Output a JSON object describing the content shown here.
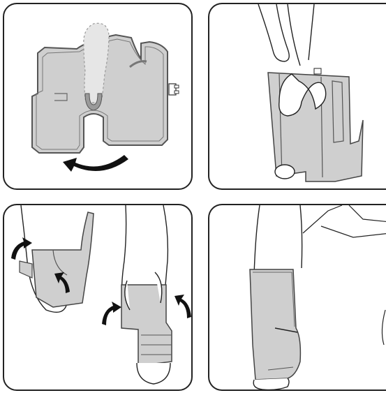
{
  "colors": {
    "wrap_fill": "#cfcfcf",
    "wrap_edge": "#555555",
    "line": "#222222",
    "skin": "#ffffff",
    "arrow": "#111111"
  },
  "panels": [
    {
      "id": "p1",
      "step": 1,
      "content": "wrap-laid-flat-with-foot-outline"
    },
    {
      "id": "p2",
      "step": 2,
      "content": "foot-placed-on-wrap"
    },
    {
      "id": "p3",
      "step": 3,
      "content": "wrapping-flaps-around-foot-and-calf"
    },
    {
      "id": "p4",
      "step": 4,
      "content": "wrap-fastened-on-leg"
    }
  ]
}
